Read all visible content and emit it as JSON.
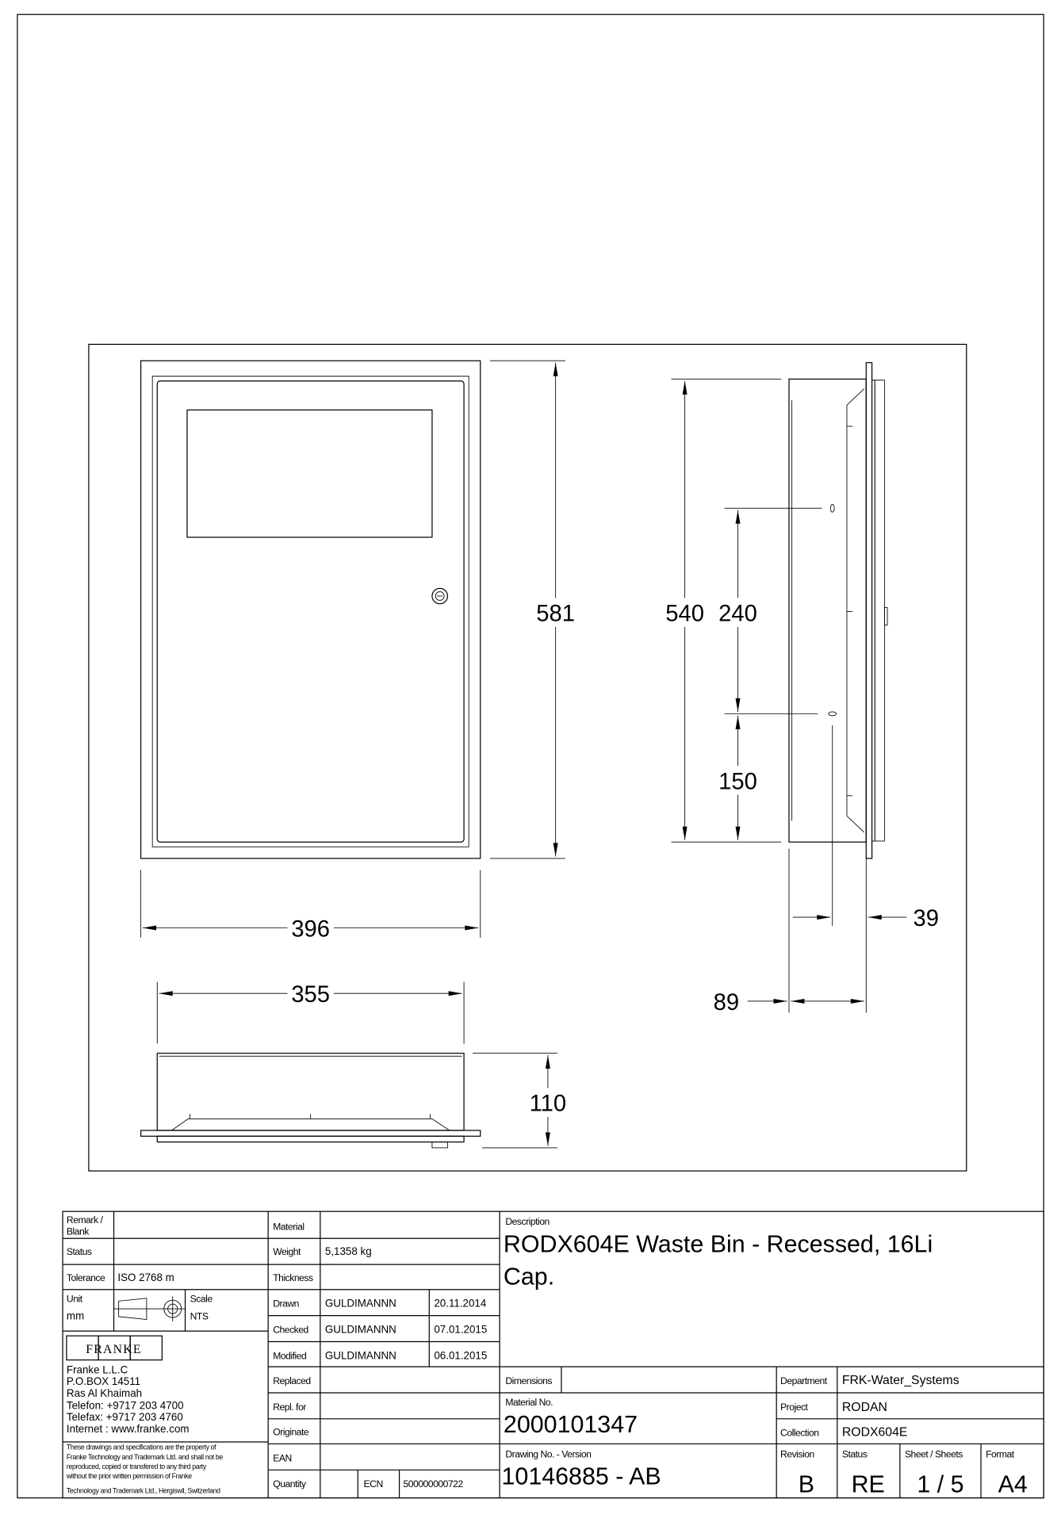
{
  "dimensions": {
    "front_height": "581",
    "front_width": "396",
    "inner_width": "355",
    "depth_bottom": "110",
    "side_height": "540",
    "hole_spacing": "240",
    "hole_bottom": "150",
    "flange_depth": "39",
    "body_depth": "89"
  },
  "title_block": {
    "remark_label": "Remark /",
    "remark_label2": "Blank",
    "status_label": "Status",
    "tolerance_label": "Tolerance",
    "tolerance_value": "ISO 2768 m",
    "unit_label": "Unit",
    "unit_value": "mm",
    "scale_label": "Scale",
    "scale_value": "NTS",
    "logo_text": "FRANKE",
    "company": [
      "Franke L.L.C",
      "P.O.BOX 14511",
      "Ras Al Khaimah",
      "Telefon:  +9717 203 4700",
      "Telefax:  +9717 203 4760",
      "Internet :  www.franke.com"
    ],
    "disclaimer": [
      "These drawings and specifications are the property of",
      "Franke Technology and Trademark Ltd. and shall not be",
      "reproduced, copied or transfered to any third party",
      "without the prior written permission of Franke",
      "Technology and Trademark Ltd., Hergiswil, Switzerland"
    ],
    "material_label": "Material",
    "weight_label": "Weight",
    "weight_value": "5,1358 kg",
    "thickness_label": "Thickness",
    "drawn_label": "Drawn",
    "drawn_by": "GULDIMANNN",
    "drawn_date": "20.11.2014",
    "checked_label": "Checked",
    "checked_by": "GULDIMANNN",
    "checked_date": "07.01.2015",
    "modified_label": "Modified",
    "modified_by": "GULDIMANNN",
    "modified_date": "06.01.2015",
    "replaced_label": "Replaced",
    "repl_for_label": "Repl. for",
    "originate_label": "Originate",
    "ean_label": "EAN",
    "quantity_label": "Quantity",
    "ecn_label": "ECN",
    "ecn_value": "500000000722",
    "description_label": "Description",
    "description_line1": "RODX604E Waste Bin - Recessed, 16Li",
    "description_line2": "Cap.",
    "dimensions_label": "Dimensions",
    "department_label": "Department",
    "department_value": "FRK-Water_Systems",
    "material_no_label": "Material No.",
    "material_no_value": "2000101347",
    "project_label": "Project",
    "project_value": "RODAN",
    "collection_label": "Collection",
    "collection_value": "RODX604E",
    "drawing_no_label": "Drawing No. - Version",
    "drawing_no_value": "10146885 - AB",
    "revision_label": "Revision",
    "revision_value": "B",
    "status2_label": "Status",
    "status2_value": "RE",
    "sheet_label": "Sheet / Sheets",
    "sheet_value": "1 / 5",
    "format_label": "Format",
    "format_value": "A4"
  }
}
